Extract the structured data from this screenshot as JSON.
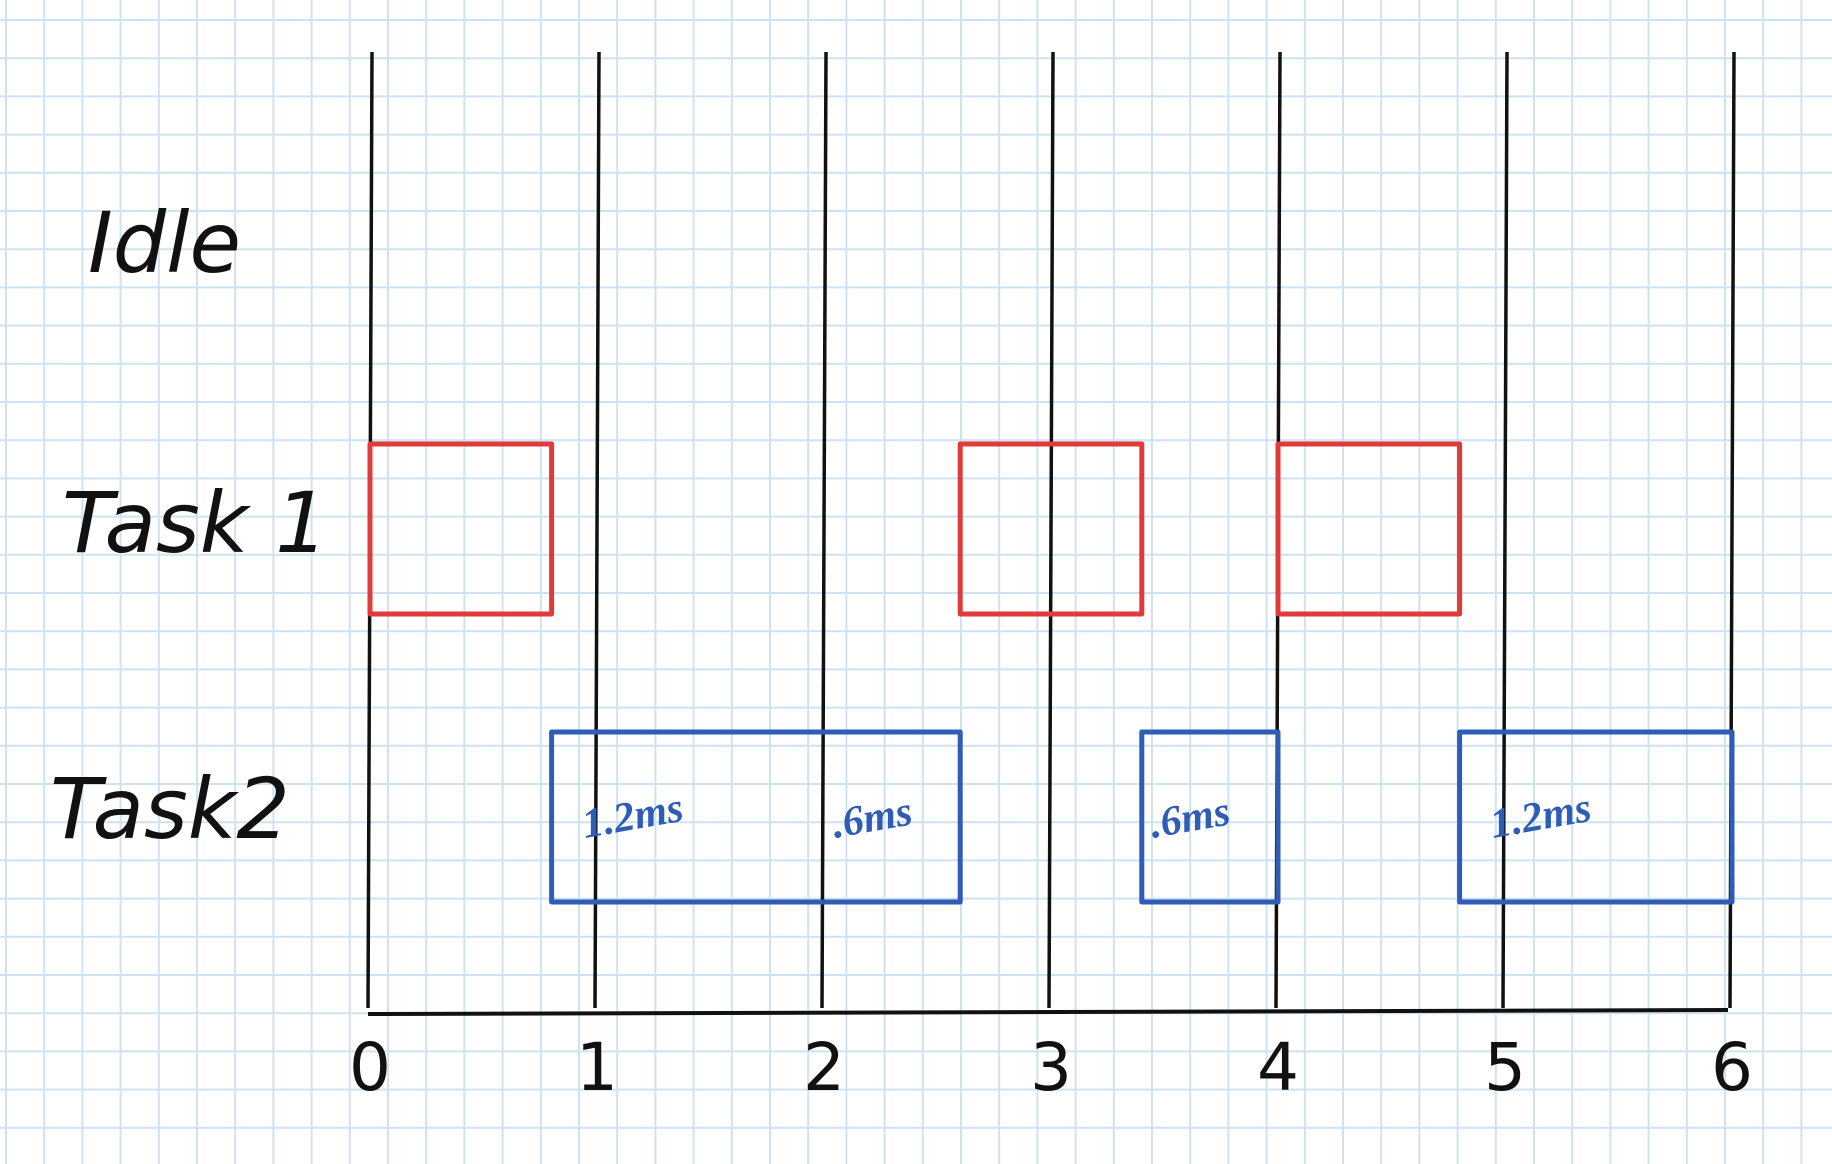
{
  "rows": [
    {
      "key": "idle",
      "label": "Idle"
    },
    {
      "key": "task1",
      "label": "Task 1"
    },
    {
      "key": "task2",
      "label": "Task2"
    }
  ],
  "axis": {
    "ticks": [
      "0",
      "1",
      "2",
      "3",
      "4",
      "5",
      "6"
    ],
    "range": [
      0,
      6
    ]
  },
  "colors": {
    "grid": "#cde3f2",
    "ink": "#111111",
    "task1": "#e03a3a",
    "task2": "#2f5cb5",
    "paper": "#ffffff"
  },
  "segments": {
    "task1": [
      {
        "start": 0.0,
        "end": 0.8
      },
      {
        "start": 2.6,
        "end": 3.4
      },
      {
        "start": 4.0,
        "end": 4.8
      }
    ],
    "task2": [
      {
        "start": 0.8,
        "end": 2.6
      },
      {
        "start": 3.4,
        "end": 4.0
      },
      {
        "start": 4.8,
        "end": 6.0
      }
    ]
  },
  "annotations": [
    {
      "text": "1.2ms",
      "at": 1.0
    },
    {
      "text": ".6ms",
      "at": 2.1
    },
    {
      "text": ".6ms",
      "at": 3.5
    },
    {
      "text": "1.2ms",
      "at": 5.0
    }
  ]
}
